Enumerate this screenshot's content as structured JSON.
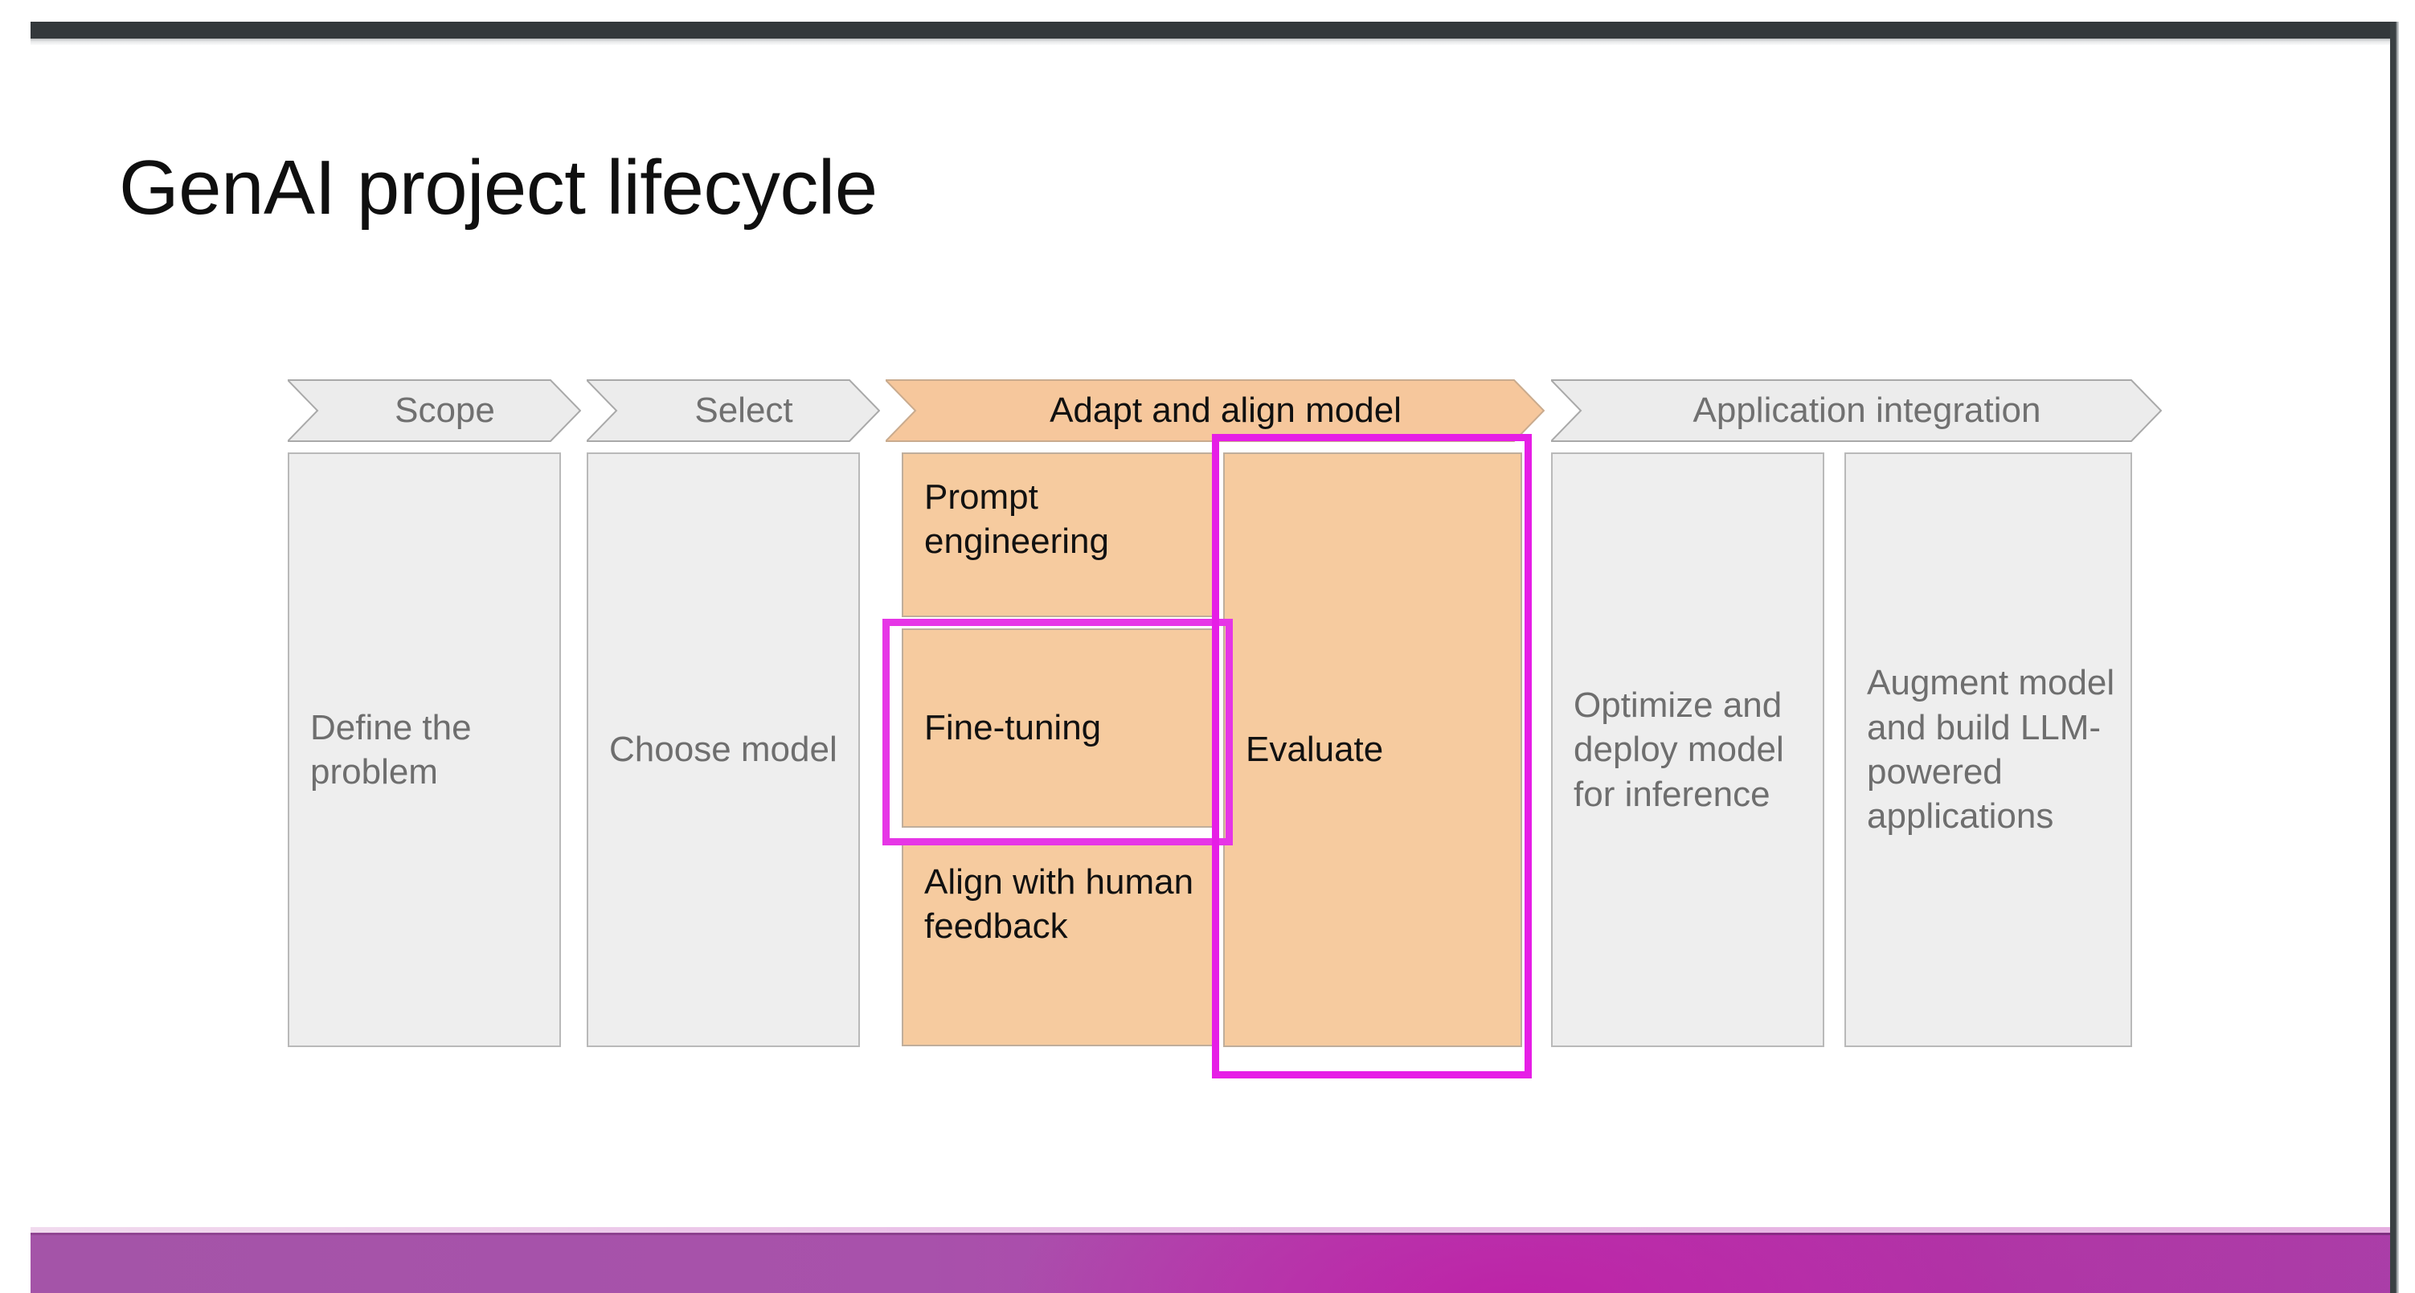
{
  "slide": {
    "title": "GenAI project lifecycle",
    "background_color": "#ffffff",
    "chrome": {
      "top_bar_color": "#33383b",
      "footer_band_color": "#b03fa8",
      "footer_accent_color": "#e5aee0",
      "right_edge_color": "#3a4043"
    }
  },
  "chart_data": {
    "type": "diagram",
    "title": "GenAI project lifecycle",
    "orientation": "horizontal-chevron-process",
    "accent_color": "#f6cb9f",
    "inactive_color": "#eeeeee",
    "highlight_color": "#e61ee6",
    "stages": [
      {
        "id": "scope",
        "header": "Scope",
        "state": "inactive",
        "items": [
          {
            "label": "Define the problem",
            "state": "inactive",
            "highlighted": false
          }
        ]
      },
      {
        "id": "select",
        "header": "Select",
        "state": "inactive",
        "items": [
          {
            "label": "Choose model",
            "state": "inactive",
            "highlighted": false
          }
        ]
      },
      {
        "id": "adapt-and-align-model",
        "header": "Adapt and align model",
        "state": "active",
        "items": [
          {
            "label": "Prompt engineering",
            "state": "active",
            "highlighted": false
          },
          {
            "label": "Fine-tuning",
            "state": "active",
            "highlighted": true
          },
          {
            "label": "Align with human feedback",
            "state": "active",
            "highlighted": false
          },
          {
            "label": "Evaluate",
            "state": "active",
            "highlighted": true
          }
        ]
      },
      {
        "id": "application-integration",
        "header": "Application integration",
        "state": "inactive",
        "items": [
          {
            "label": "Optimize and deploy model for inference",
            "state": "inactive",
            "highlighted": false
          },
          {
            "label": "Augment model and build LLM-powered applications",
            "state": "inactive",
            "highlighted": false
          }
        ]
      }
    ],
    "annotations": [
      {
        "name": "fine-tuning-highlight",
        "target": "Fine-tuning",
        "color": "#e61ee6",
        "shape": "rectangle"
      },
      {
        "name": "evaluate-highlight",
        "target": "Evaluate",
        "color": "#e61ee6",
        "shape": "rectangle"
      }
    ]
  }
}
